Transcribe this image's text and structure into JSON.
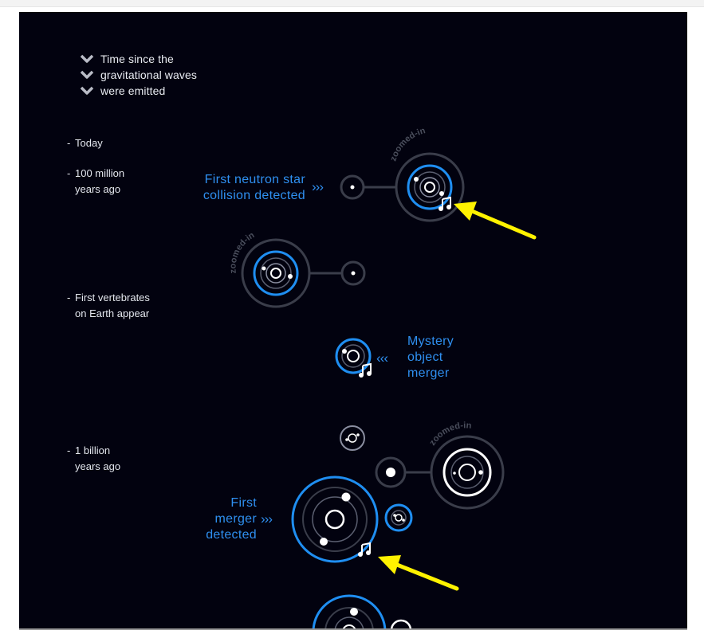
{
  "legend": {
    "lines": [
      "Time since the",
      "gravitational waves",
      "were emitted"
    ],
    "icon": "chevron-down-icon"
  },
  "timeline": {
    "ticks": [
      {
        "line1": "Today",
        "line2": ""
      },
      {
        "line1": "100 million",
        "line2": "years ago"
      },
      {
        "line1": "First vertebrates",
        "line2": "on Earth appear"
      },
      {
        "line1": "1 billion",
        "line2": "years ago"
      }
    ]
  },
  "events": {
    "neutron_star": {
      "line1": "First neutron star",
      "line2": "collision detected",
      "arrows": "›››"
    },
    "mystery": {
      "line1": "Mystery",
      "line2": "object",
      "line3": "merger",
      "arrows": "‹‹‹"
    },
    "first_merger": {
      "line1": "First",
      "line2": "merger",
      "line3": "detected",
      "arrows": "›››"
    }
  },
  "zoom_label": "zoomed-in",
  "icons": {
    "music": "music-note-icon",
    "annotation_arrow": "yellow-arrow-icon"
  },
  "colors": {
    "background": "#02020f",
    "accent_blue": "#1f8ef1",
    "ring_gray": "#3a3d4a",
    "white": "#ffffff",
    "annotation_yellow": "#fff200"
  }
}
